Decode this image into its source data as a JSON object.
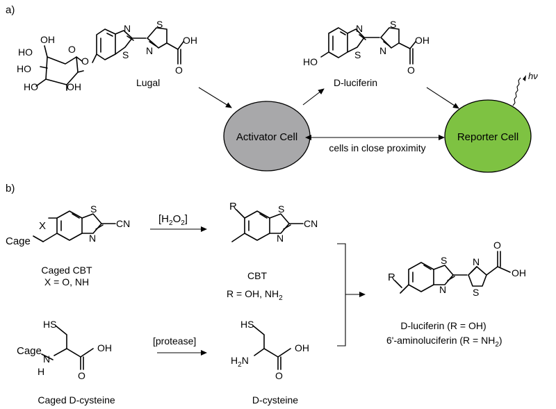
{
  "panel_a": {
    "label": "a)",
    "lugal_label": "Lugal",
    "dluciferin_top_label": "D-luciferin",
    "activator_cell": {
      "label": "Activator Cell",
      "color": "#a8a8aa"
    },
    "reporter_cell": {
      "label": "Reporter Cell",
      "color": "#7ec242"
    },
    "proximity_label": "cells in close proximity",
    "light_label": "hν",
    "atoms": {
      "oh": "OH",
      "o": "O",
      "n": "N",
      "s": "S",
      "ho": "HO"
    }
  },
  "panel_b": {
    "label": "b)",
    "caged_cbt": {
      "name": "Caged CBT",
      "condition": "X = O, NH",
      "cage": "Cage",
      "x": "X",
      "cn": "CN"
    },
    "h2o2": {
      "open": "[H",
      "sub1": "2",
      "mid": "O",
      "sub2": "2",
      "close": "]"
    },
    "cbt": {
      "name": "CBT",
      "condition_a": "R = OH, NH",
      "condition_sub": "2",
      "r": "R",
      "cn": "CN"
    },
    "caged_dcys": {
      "name": "Caged D-cysteine",
      "cage": "Cage",
      "hs": "HS",
      "nh": "NH",
      "oh": "OH",
      "o": "O"
    },
    "protease": "[protease]",
    "dcys": {
      "name": "D-cysteine",
      "hs": "HS",
      "h2n_a": "H",
      "h2n_sub": "2",
      "h2n_b": "N",
      "oh": "OH",
      "o": "O"
    },
    "product": {
      "line1": "D-luciferin (R = OH)",
      "line2_a": "6'-aminoluciferin (R = NH",
      "line2_sub": "2",
      "line2_b": ")",
      "r": "R",
      "oh": "OH",
      "o": "O"
    }
  }
}
